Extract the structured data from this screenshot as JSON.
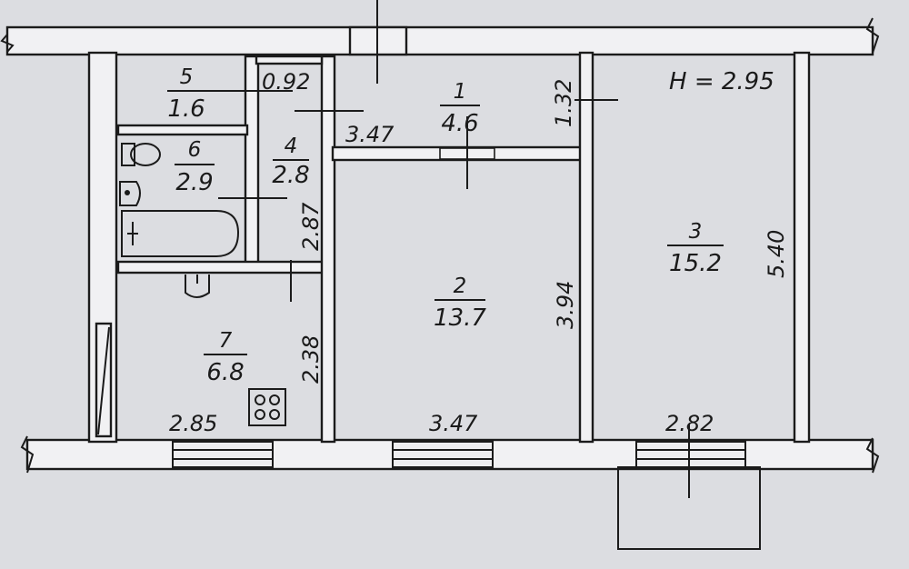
{
  "ceiling_height": "H = 2.95",
  "rooms": [
    {
      "number": "1",
      "area": "4.6"
    },
    {
      "number": "2",
      "area": "13.7"
    },
    {
      "number": "3",
      "area": "15.2"
    },
    {
      "number": "4",
      "area": "2.8"
    },
    {
      "number": "5",
      "area": "1.6"
    },
    {
      "number": "6",
      "area": "2.9"
    },
    {
      "number": "7",
      "area": "6.8"
    }
  ],
  "dimensions": {
    "d_092": "0.92",
    "d_347_top": "3.47",
    "d_132": "1.32",
    "d_287": "2.87",
    "d_238": "2.38",
    "d_394": "3.94",
    "d_540": "5.40",
    "d_285": "2.85",
    "d_347_bottom": "3.47",
    "d_282": "2.82"
  }
}
